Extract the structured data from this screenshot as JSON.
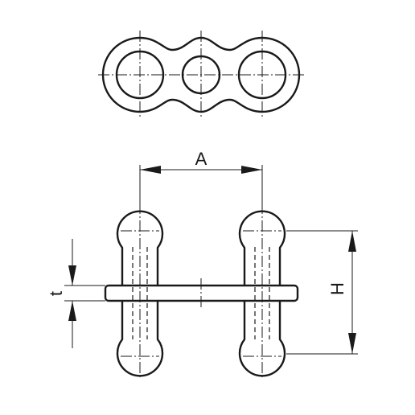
{
  "drawing": {
    "labels": {
      "pitch": "A",
      "height": "H",
      "thickness": "t"
    }
  }
}
